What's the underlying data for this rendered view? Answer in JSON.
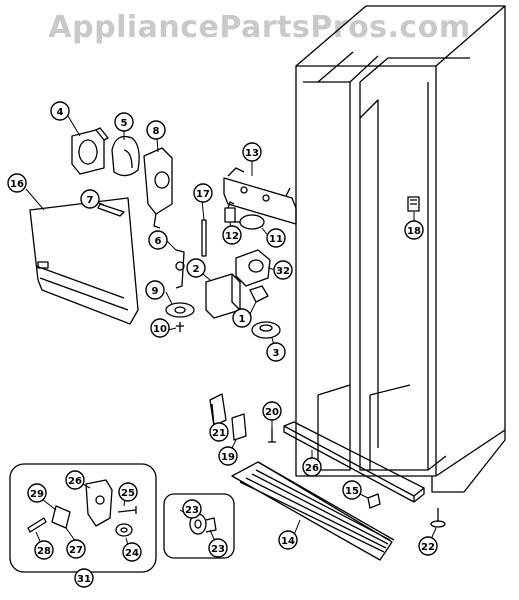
{
  "watermark": "AppliancePartsPros.com",
  "callouts": [
    "1",
    "2",
    "3",
    "4",
    "5",
    "6",
    "7",
    "8",
    "9",
    "10",
    "11",
    "12",
    "13",
    "14",
    "15",
    "16",
    "17",
    "18",
    "19",
    "20",
    "21",
    "22",
    "23",
    "23",
    "24",
    "25",
    "26",
    "26",
    "27",
    "28",
    "29",
    "31",
    "32"
  ]
}
